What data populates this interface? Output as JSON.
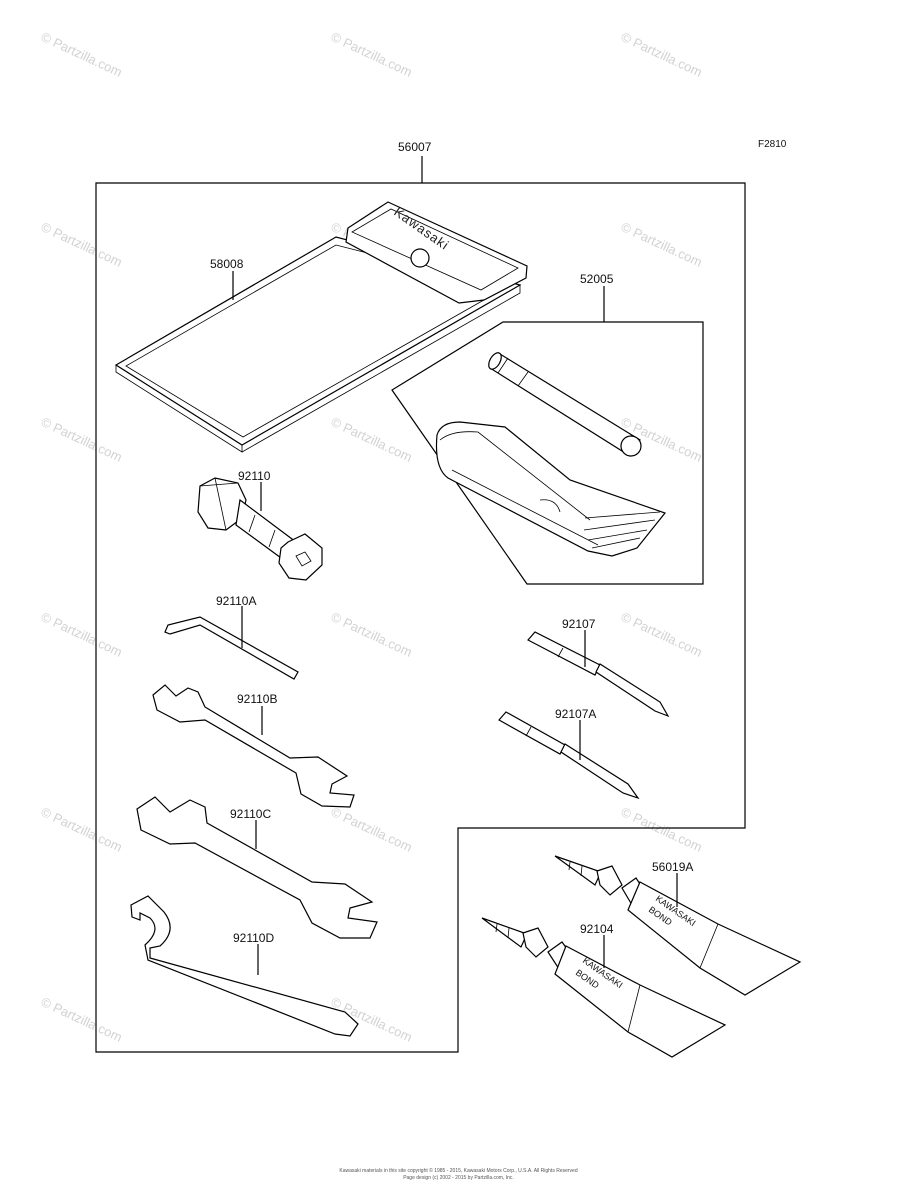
{
  "figure_code": "F2810",
  "parts": {
    "tool_kit": "56007",
    "pouch": "58008",
    "tube_tool": "52005",
    "plug_wrench": "92110",
    "hex_key": "92110A",
    "wrench_b": "92110B",
    "wrench_c": "92110C",
    "hook_wrench": "92110D",
    "screwdriver": "92107",
    "screwdriver_a": "92107A",
    "bond_a": "56019A",
    "bond": "92104"
  },
  "pouch_logo": "Kawasaki",
  "tube_print": {
    "brand": "KAWASAKI",
    "product": "BOND"
  },
  "watermark_text": "© Partzilla.com",
  "footer": {
    "line1": "Kawasaki materials in this site copyright © 1985 - 2015, Kawasaki Motors Corp., U.S.A. All Rights Reserved",
    "line2": "Page design (c) 2002 - 2015 by Partzilla.com, Inc."
  }
}
